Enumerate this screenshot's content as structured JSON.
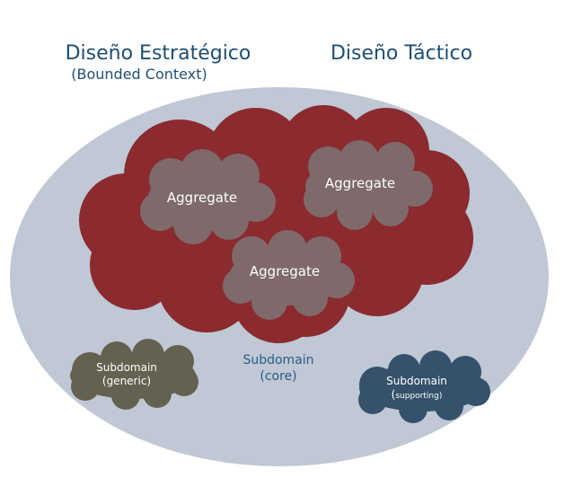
{
  "titles": {
    "strategic": "Diseño Estratégico",
    "strategic_sub": "(Bounded Context)",
    "tactical": "Diseño Táctico"
  },
  "aggregates": [
    "Aggregate",
    "Aggregate",
    "Aggregate"
  ],
  "subdomains": {
    "core": {
      "title": "Subdomain",
      "type": "(core)"
    },
    "generic": {
      "title": "Subdomain",
      "type": "(generic)"
    },
    "supporting": {
      "title": "Subdomain",
      "type_prefix": "(",
      "type_rest": "supporting)"
    }
  },
  "colors": {
    "bounded_context": "#bfc8d4",
    "core_cloud": "#8b2a2f",
    "aggregate_cloud": "#7e6a6a",
    "generic_cloud": "#646150",
    "supporting_cloud": "#35516b",
    "title_text": "#1f4e72"
  }
}
